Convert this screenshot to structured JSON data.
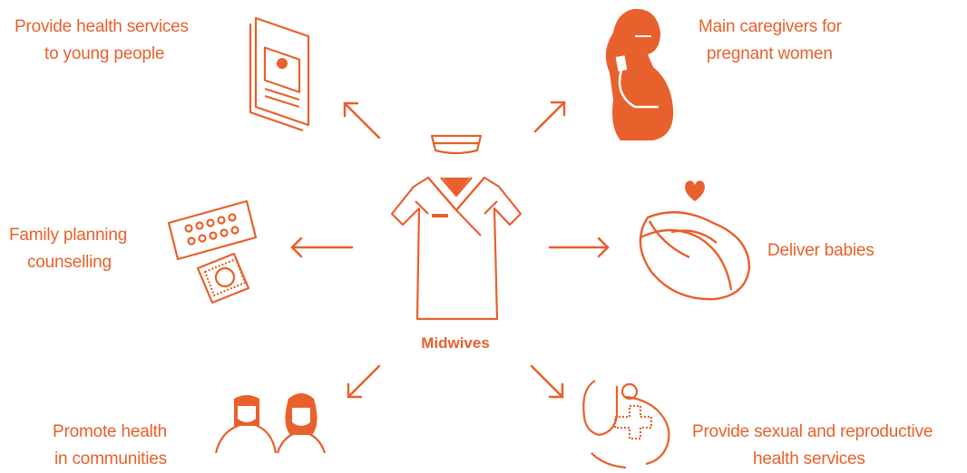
{
  "center": {
    "label": "Midwives"
  },
  "roles": {
    "young_people": {
      "line1": "Provide health services",
      "line2": "to young people",
      "icon": "brochure-icon"
    },
    "pregnant": {
      "line1": "Main caregivers for",
      "line2": "pregnant women",
      "icon": "pregnant-woman-icon"
    },
    "family_planning": {
      "line1": "Family planning",
      "line2": "counselling",
      "icon": "contraceptives-icon"
    },
    "deliver": {
      "line1": "Deliver babies",
      "icon": "newborn-baby-icon"
    },
    "communities": {
      "line1": "Promote health",
      "line2": "in communities",
      "icon": "health-workers-icon"
    },
    "srh": {
      "line1": "Provide sexual and reproductive",
      "line2": "health services",
      "icon": "stethoscope-cross-icon"
    }
  },
  "colors": {
    "accent": "#e8602c",
    "background": "#ffffff"
  }
}
